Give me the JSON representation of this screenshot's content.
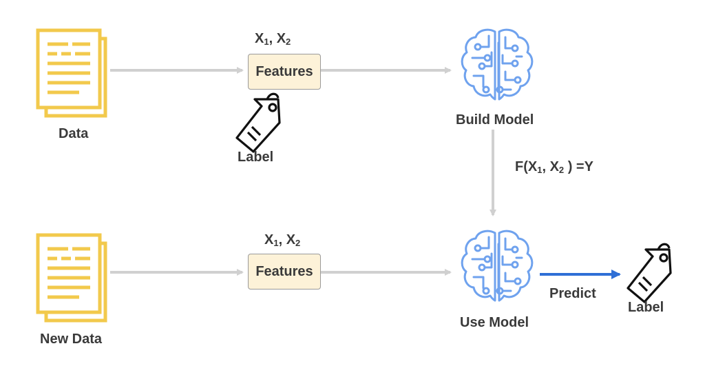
{
  "colors": {
    "doc": "#f2c94c",
    "brain": "#6fa2ee",
    "arrow_gray": "#d0d0d0",
    "arrow_blue": "#2f6fd6",
    "feature_fill": "#fdf2d8",
    "text": "#3a3a3a"
  },
  "icons": [
    "document-icon",
    "brain-icon",
    "tag-icon"
  ],
  "top": {
    "data_label": "Data",
    "vars_x": "X",
    "vars_sub1": "1",
    "vars_sep": ", X",
    "vars_sub2": "2",
    "features_label": "Features",
    "tag_label": "Label",
    "model_label": "Build Model"
  },
  "function": {
    "prefix": "F(X",
    "sub1": "1",
    "mid": ", X",
    "sub2": "2",
    "suffix": " ) =Y"
  },
  "bottom": {
    "data_label": "New Data",
    "vars_x": "X",
    "vars_sub1": "1",
    "vars_sep": ", X",
    "vars_sub2": "2",
    "features_label": "Features",
    "model_label": "Use Model",
    "predict_label": "Predict",
    "tag_label": "Label"
  }
}
